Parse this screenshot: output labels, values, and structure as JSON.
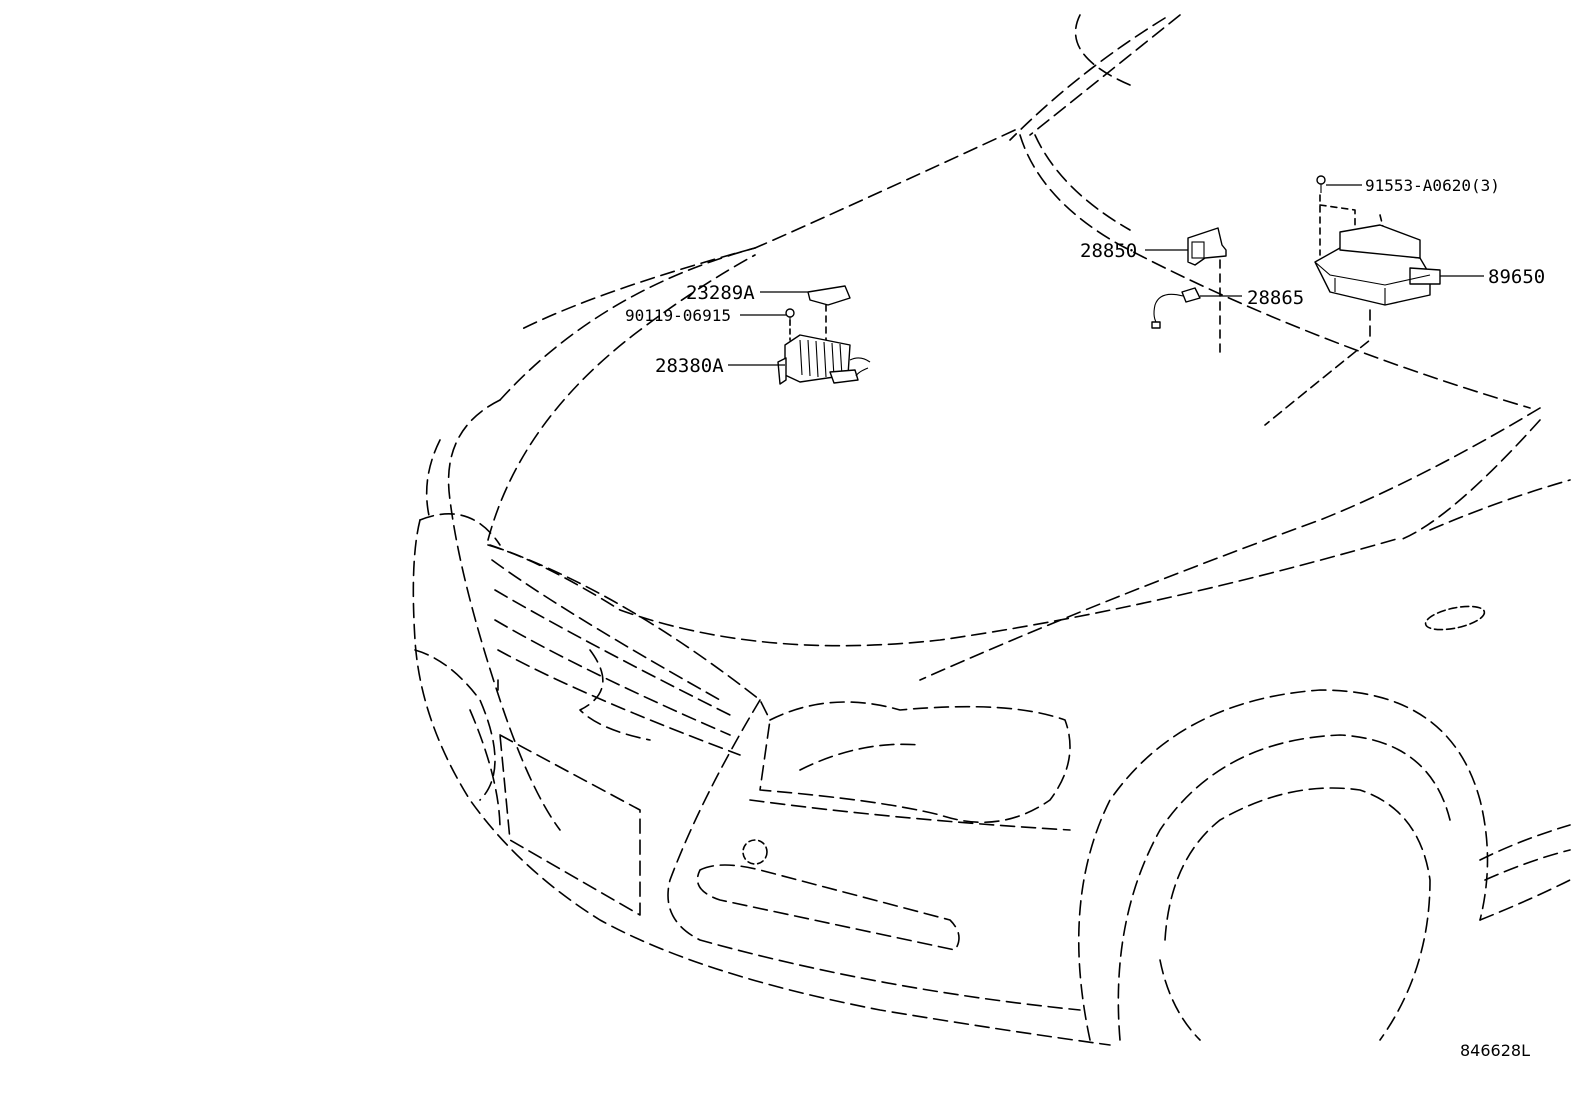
{
  "parts": [
    {
      "id": "23289A",
      "label": "23289A"
    },
    {
      "id": "90119-06915",
      "label": "90119-06915"
    },
    {
      "id": "28380A",
      "label": "28380A"
    },
    {
      "id": "28850",
      "label": "28850"
    },
    {
      "id": "28865",
      "label": "28865"
    },
    {
      "id": "91553-A0620",
      "label": "91553-A0620(3)"
    },
    {
      "id": "89650",
      "label": "89650"
    }
  ],
  "reference_code": "846628L"
}
